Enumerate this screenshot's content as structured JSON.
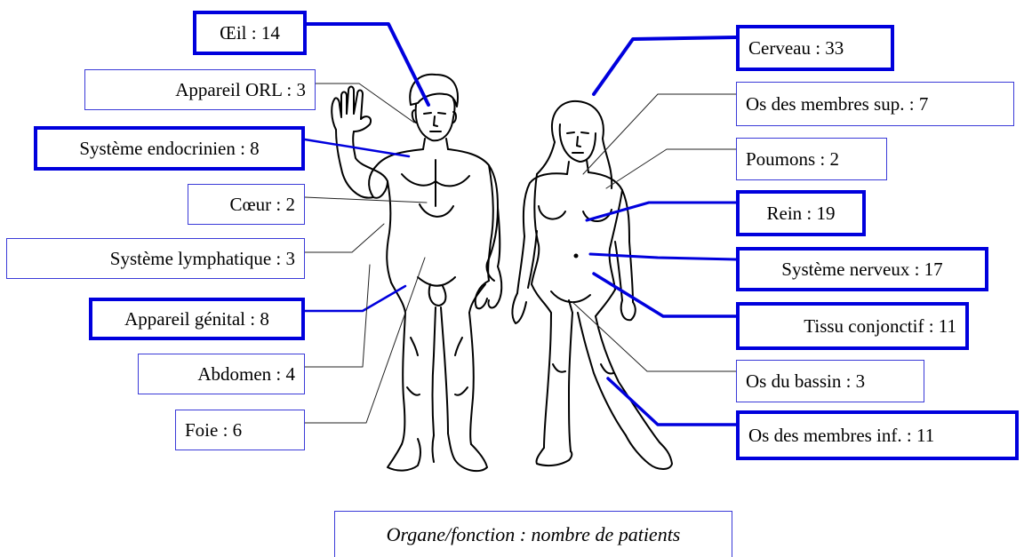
{
  "labels": {
    "oeil": "Œil : 14",
    "appareil_orl": "Appareil ORL : 3",
    "systeme_endocrinien": "Système endocrinien : 8",
    "coeur": "Cœur : 2",
    "systeme_lymphatique": "Système lymphatique : 3",
    "appareil_genital": "Appareil génital : 8",
    "abdomen": "Abdomen : 4",
    "foie": "Foie : 6",
    "cerveau": "Cerveau : 33",
    "os_membres_sup": "Os des membres sup. : 7",
    "poumons": "Poumons : 2",
    "rein": "Rein : 19",
    "systeme_nerveux": "Système nerveux : 17",
    "tissu_conjonctif": "Tissu conjonctif : 11",
    "os_bassin": "Os du bassin : 3",
    "os_membres_inf": "Os des membres inf. : 11"
  },
  "legend": "Organe/fonction : nombre de patients",
  "colors": {
    "accent": "#0000dd",
    "thin_border": "#3a3ad8",
    "outline": "#000000"
  }
}
